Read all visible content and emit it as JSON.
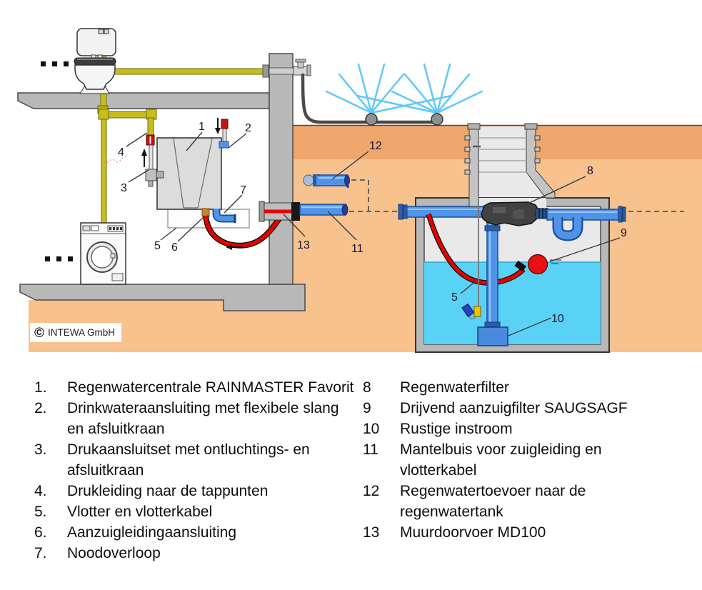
{
  "diagram": {
    "copyright_symbol": "©",
    "copyright_text": "INTEWA GmbH",
    "callouts": {
      "c1": "1",
      "c2": "2",
      "c3": "3",
      "c4": "4",
      "c5_house": "5",
      "c6": "6",
      "c7": "7",
      "c8": "8",
      "c9": "9",
      "c10": "10",
      "c11": "11",
      "c12": "12",
      "c13": "13",
      "c5_tank": "5"
    },
    "colors": {
      "ground_top": "#efa76b",
      "ground": "#f7c28d",
      "water": "#5ad2f6",
      "pipe_blue": "#4f94e8",
      "pipe_blue_dark": "#1a4e9e",
      "pipe_yellow": "#c9bd1c",
      "hose_red": "#e60000",
      "structure_gray": "#b8b8b8",
      "spray_blue": "#5fc8f8",
      "filter_gray": "#424242"
    }
  },
  "legend": {
    "left": [
      {
        "num": "1.",
        "text": "Regenwatercentrale RAINMASTER Favorit"
      },
      {
        "num": "2.",
        "text": "Drinkwateraansluiting met flexibele slang\nen afsluitkraan"
      },
      {
        "num": "3.",
        "text": "Drukaansluitset met ontluchtings- en\nafsluitkraan"
      },
      {
        "num": "4.",
        "text": "Drukleiding naar de tappunten"
      },
      {
        "num": "5.",
        "text": "Vlotter en vlotterkabel"
      },
      {
        "num": "6.",
        "text": "Aanzuigleidingaansluiting"
      },
      {
        "num": "7.",
        "text": "Noodoverloop"
      }
    ],
    "right": [
      {
        "num": "8",
        "text": "Regenwaterfilter"
      },
      {
        "num": "9",
        "text": "Drijvend aanzuigfilter SAUGSAGF"
      },
      {
        "num": "10",
        "text": "Rustige instroom"
      },
      {
        "num": "11",
        "text": "Mantelbuis voor zuigleiding en\nvlotterkabel"
      },
      {
        "num": "12",
        "text": "Regenwatertoevoer naar de\nregenwatertank"
      },
      {
        "num": "13",
        "text": "Muurdoorvoer MD100"
      }
    ]
  }
}
